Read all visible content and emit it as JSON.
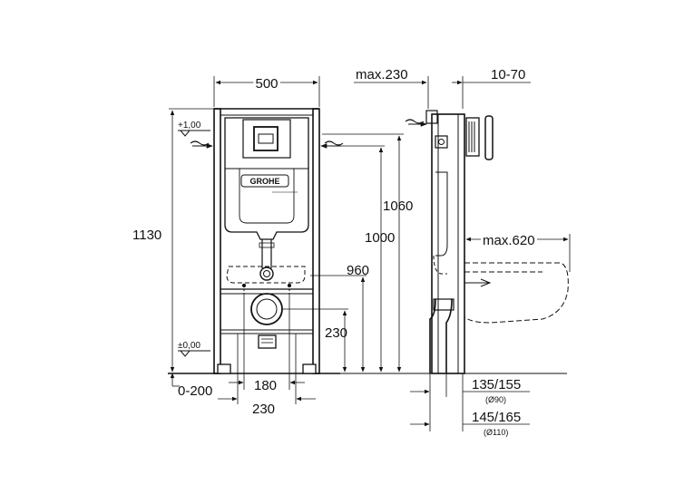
{
  "labels": {
    "width_500": "500",
    "max_230": "max.230",
    "range_10_70": "10-70",
    "height_1130": "1130",
    "height_1060": "1060",
    "height_1000": "1000",
    "height_960": "960",
    "height_230": "230",
    "max_620": "max.620",
    "level_plus": "+1,00",
    "level_zero": "±0,00",
    "range_0_200": "0-200",
    "span_180": "180",
    "span_230": "230",
    "pipe_135_155": "135/155",
    "pipe_d90": "(Ø90)",
    "pipe_145_165": "145/165",
    "pipe_d110": "(Ø110)",
    "brand": "GROHE"
  },
  "colors": {
    "line": "#111111",
    "background": "#ffffff"
  }
}
